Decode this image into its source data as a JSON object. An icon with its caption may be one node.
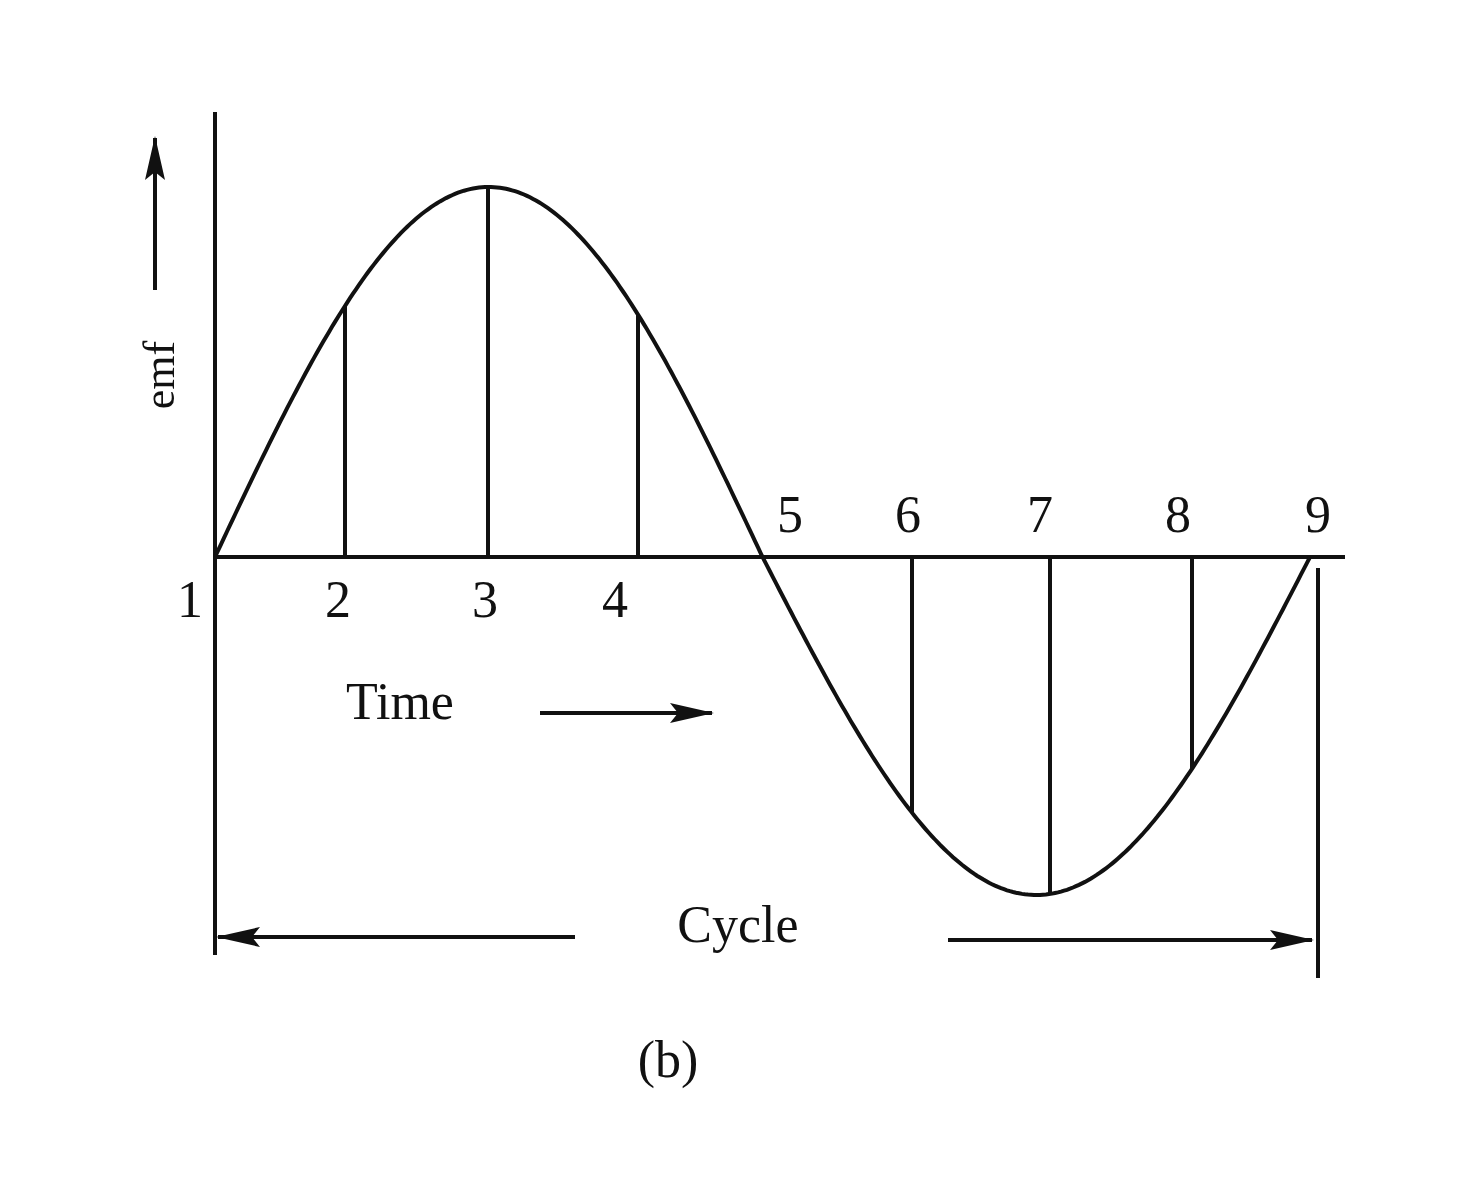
{
  "diagram": {
    "caption": "(b)",
    "labels": [
      "emf",
      "5",
      "6",
      "7",
      "8",
      "9",
      "1",
      "2",
      "3",
      "4",
      "Time",
      "Cycle"
    ]
  }
}
